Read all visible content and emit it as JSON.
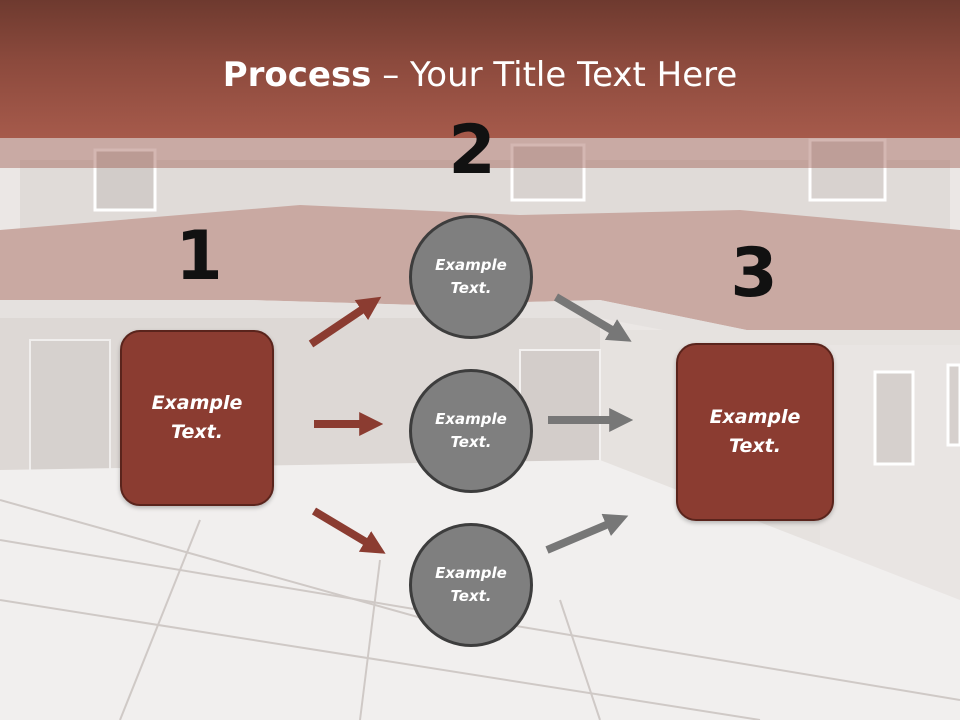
{
  "title": {
    "bold": "Process",
    "rest": " – Your Title Text Here"
  },
  "colors": {
    "header": "#8c4a3d",
    "box": "#8b3c31",
    "circle": "#7f7f7f",
    "arrow_red": "#8b3c31",
    "arrow_gray": "#777777"
  },
  "steps": [
    {
      "number": "1",
      "label": "Example\nText."
    },
    {
      "number": "2",
      "items": [
        "Example\nText.",
        "Example\nText.",
        "Example\nText."
      ]
    },
    {
      "number": "3",
      "label": "Example\nText."
    }
  ]
}
